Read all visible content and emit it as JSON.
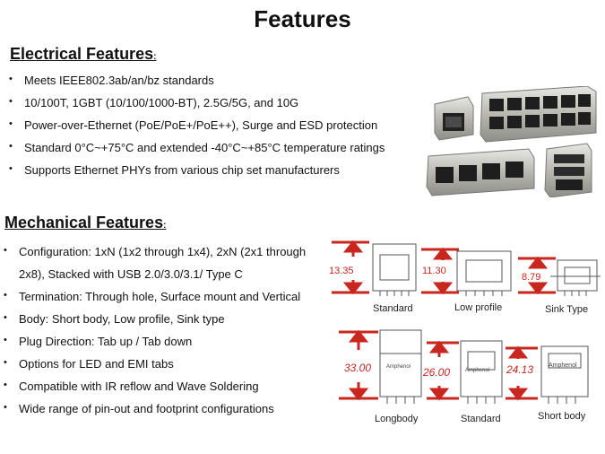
{
  "title": "Features",
  "electrical": {
    "heading": "Electrical Features",
    "colon": ":",
    "items": [
      "Meets IEEE802.3ab/an/bz standards",
      "10/100T, 1GBT (10/100/1000-BT), 2.5G/5G, and 10G",
      "Power-over-Ethernet (PoE/PoE+/PoE++), Surge and ESD protection",
      "Standard  0°C~+75°C and extended -40°C~+85°C temperature ratings",
      "Supports Ethernet PHYs from various chip set manufacturers"
    ]
  },
  "mechanical": {
    "heading": "Mechanical Features",
    "colon": ":",
    "items": [
      "Configuration: 1xN (1x2 through 1x4), 2xN (2x1 through",
      "2x8), Stacked with USB 2.0/3.0/3.1/ Type C",
      "Termination: Through hole, Surface mount and Vertical",
      "Body: Short body, Low profile, Sink type",
      "Plug Direction: Tab up / Tab down",
      "Options for LED and EMI tabs",
      "Compatible with IR reflow and Wave Soldering",
      "Wide range of pin-out and footprint configurations"
    ]
  },
  "bullet": "•",
  "diagram_top": {
    "labels": [
      "Standard",
      "Low profile",
      "Sink Type"
    ],
    "values": [
      "13.35",
      "11.30",
      "8.79"
    ]
  },
  "diagram_bottom": {
    "labels": [
      "Longbody",
      "Standard",
      "Short body"
    ],
    "values": [
      "33.00",
      "26.00",
      "24.13"
    ],
    "brand": "Amphenol"
  },
  "colors": {
    "accent": "#c8261e",
    "text": "#111111"
  }
}
